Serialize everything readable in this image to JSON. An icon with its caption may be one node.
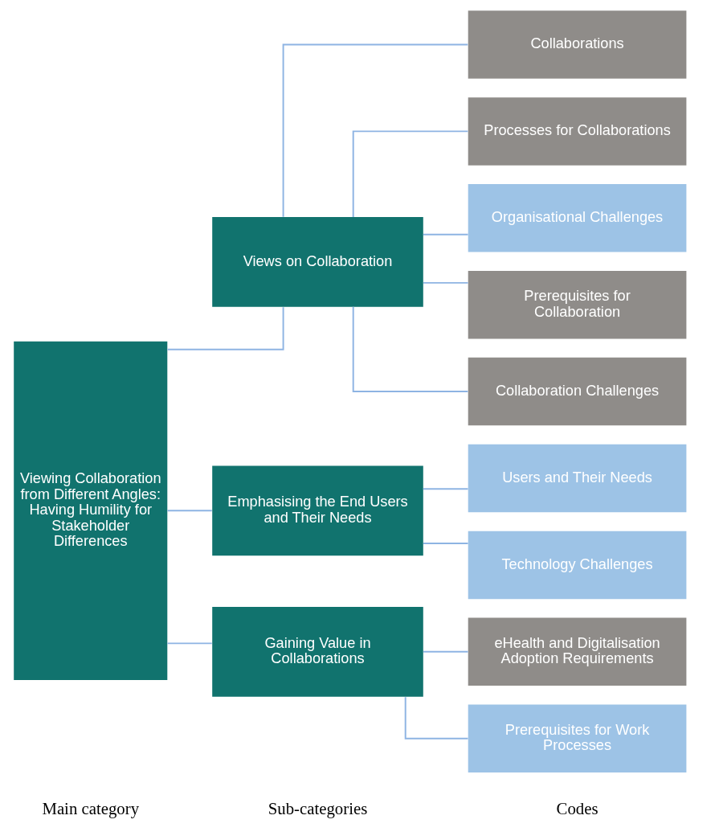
{
  "diagram": {
    "nodes": [
      {
        "text": [
          "Viewing Collaboration from Different Angles: Having Humility for Stakeholder Differences"
        ]
      },
      {
        "text": [
          "Views on Collaboration"
        ]
      },
      {
        "text": [
          "Emphasising the End Users and Their Needs"
        ]
      },
      {
        "text": [
          "Gaining Value in Collaborations"
        ]
      },
      {
        "text": [
          "Collaborations"
        ]
      },
      {
        "text": [
          "Processes for Collaborations"
        ]
      },
      {
        "text": [
          "Organisational Challenges"
        ]
      },
      {
        "text": [
          "Prerequisites for Collaboration"
        ]
      },
      {
        "text": [
          "Collaboration Challenges"
        ]
      },
      {
        "text": [
          "Users and Their Needs"
        ]
      },
      {
        "text": [
          "Technology Challenges"
        ]
      },
      {
        "text": [
          "eHealth and Digitalisation Adoption Requirements"
        ]
      },
      {
        "text": [
          "Prerequisites for Work Processes"
        ]
      }
    ],
    "edges": [
      {
        "from": 0,
        "to": 1,
        "arrow": "none"
      },
      {
        "from": 0,
        "to": 2,
        "arrow": "none"
      },
      {
        "from": 0,
        "to": 3,
        "arrow": "none"
      },
      {
        "from": 1,
        "to": 4,
        "arrow": "none"
      },
      {
        "from": 1,
        "to": 5,
        "arrow": "none"
      },
      {
        "from": 1,
        "to": 6,
        "arrow": "none"
      },
      {
        "from": 1,
        "to": 7,
        "arrow": "none"
      },
      {
        "from": 1,
        "to": 8,
        "arrow": "none"
      },
      {
        "from": 2,
        "to": 9,
        "arrow": "none"
      },
      {
        "from": 2,
        "to": 10,
        "arrow": "none"
      },
      {
        "from": 3,
        "to": 11,
        "arrow": "none"
      },
      {
        "from": 3,
        "to": 12,
        "arrow": "none"
      }
    ],
    "labels": [
      "Main category",
      "Sub-categories",
      "Codes"
    ]
  }
}
